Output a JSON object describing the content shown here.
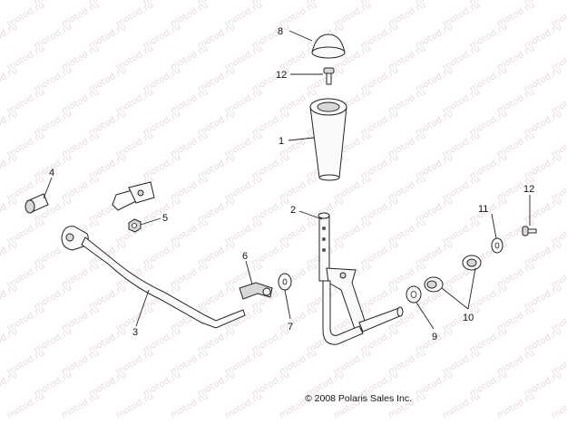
{
  "watermark": {
    "text": "motod.ru"
  },
  "callouts": [
    {
      "id": "8",
      "label": "8"
    },
    {
      "id": "12a",
      "label": "12"
    },
    {
      "id": "1",
      "label": "1"
    },
    {
      "id": "4",
      "label": "4"
    },
    {
      "id": "5",
      "label": "5"
    },
    {
      "id": "2",
      "label": "2"
    },
    {
      "id": "6",
      "label": "6"
    },
    {
      "id": "7",
      "label": "7"
    },
    {
      "id": "3",
      "label": "3"
    },
    {
      "id": "11",
      "label": "11"
    },
    {
      "id": "12b",
      "label": "12"
    },
    {
      "id": "9",
      "label": "9"
    },
    {
      "id": "10",
      "label": "10"
    }
  ],
  "copyright": "© 2008 Polaris Sales Inc."
}
